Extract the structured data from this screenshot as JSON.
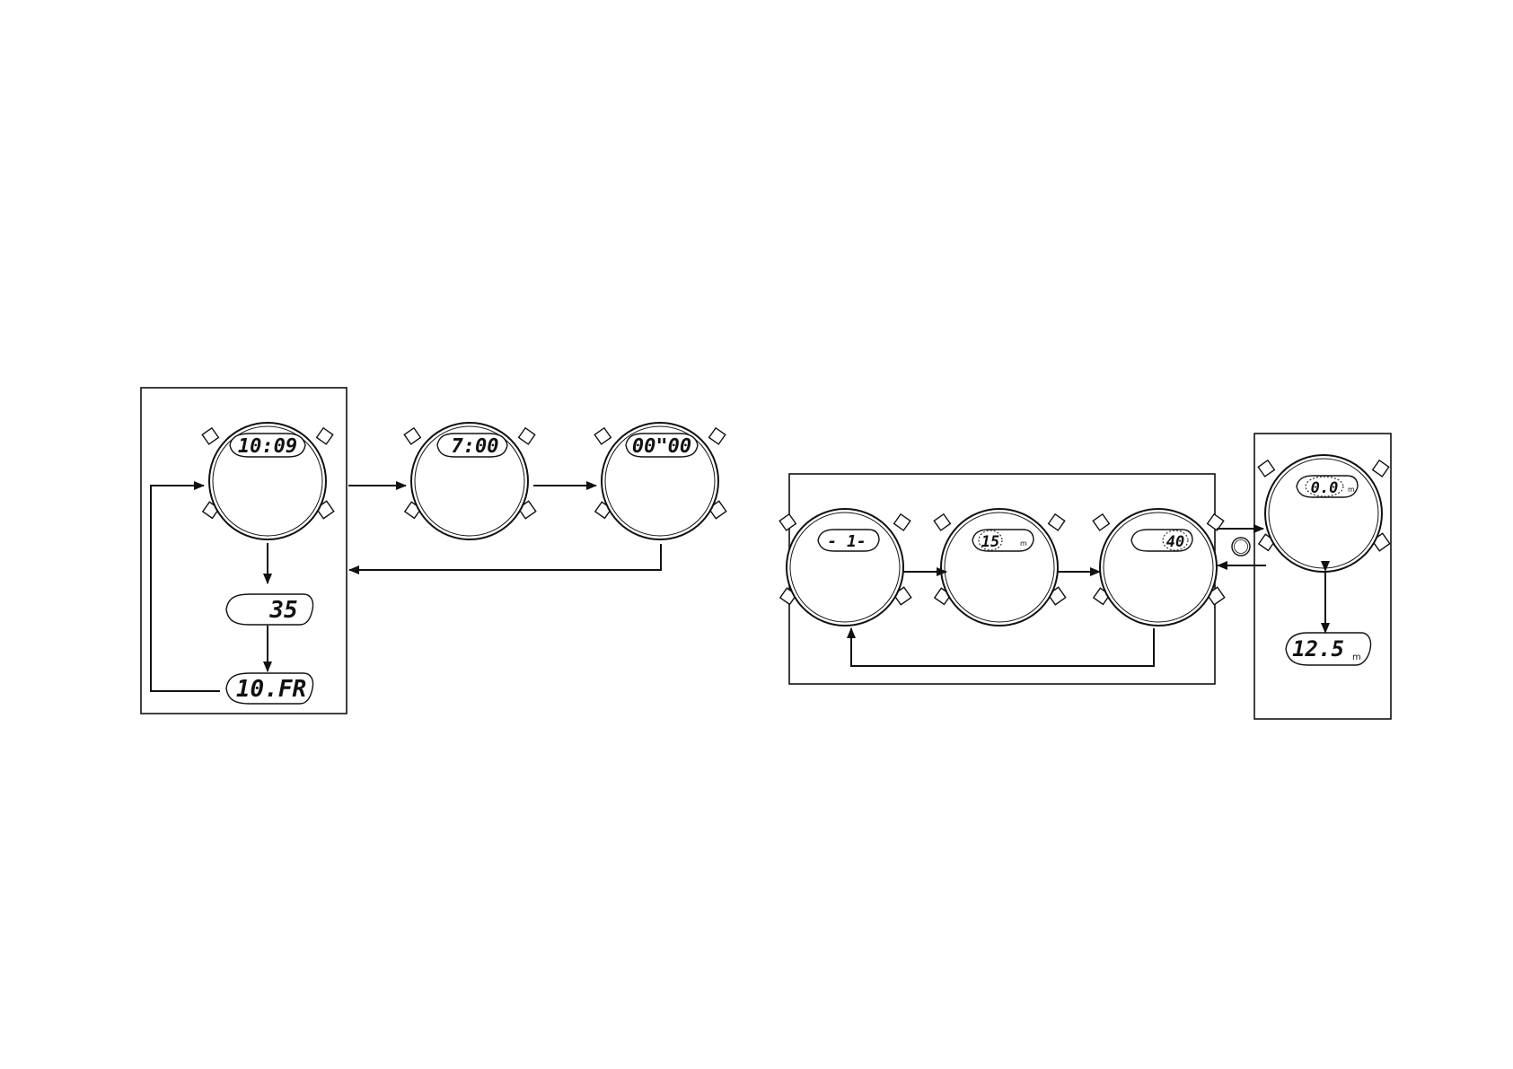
{
  "colors": {
    "ink": "#111111",
    "paper": "#ffffff"
  },
  "time_mode": {
    "time_display": "10:09",
    "alarm_display": "7:00",
    "alarm_unit": "",
    "chrono_display": "00\"00",
    "seconds_display": "35",
    "date_display": "10.FR"
  },
  "dive_mode": {
    "dive_number_display": "- 1-",
    "max_depth_display": "15",
    "max_depth_unit": "m",
    "dive_time_display": "40",
    "depth_display": "0.0",
    "depth_unit": "m",
    "temperature_display": "12.5",
    "temperature_unit": "m"
  },
  "icons": {
    "watch": "watch-icon",
    "pusher": "pusher-icon",
    "crown": "crown-icon",
    "toggle": "circle-toggle-icon"
  }
}
